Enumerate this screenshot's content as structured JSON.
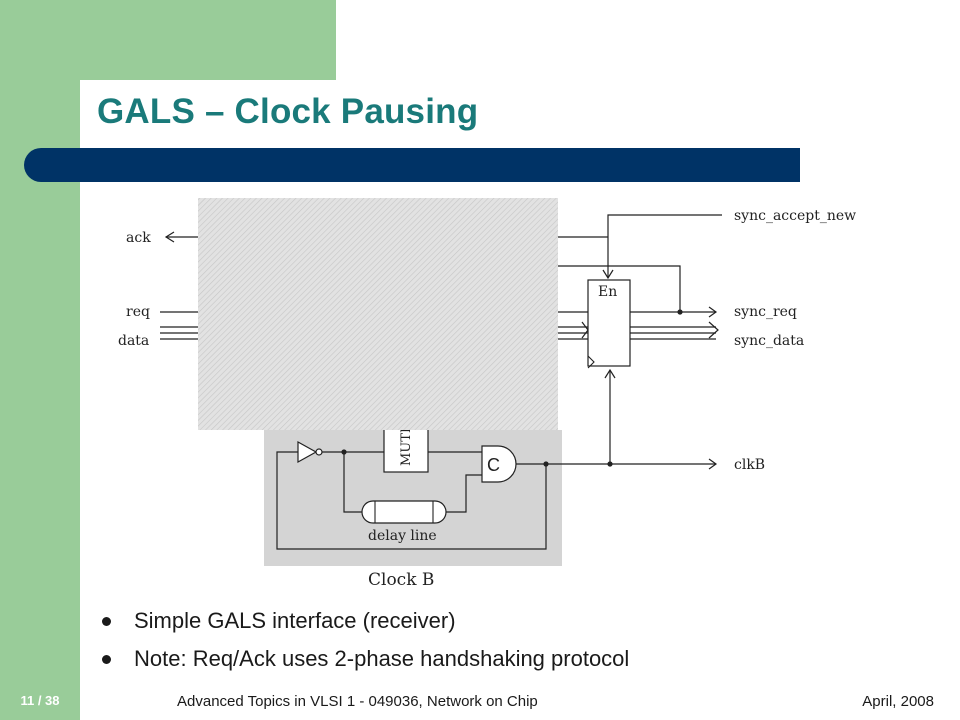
{
  "slide": {
    "title": "GALS – Clock Pausing",
    "page_number": "11 / 38",
    "footer": "Advanced Topics in VLSI 1 - 049036, Network on Chip",
    "date": "April, 2008"
  },
  "bullets": [
    "Simple GALS interface (receiver)",
    "Note: Req/Ack uses 2-phase handshaking protocol"
  ],
  "diagram": {
    "signals": {
      "ack": "ack",
      "req": "req",
      "data": "data",
      "sync_accept_new": "sync_accept_new",
      "sync_req": "sync_req",
      "sync_data": "sync_data",
      "clkB": "clkB"
    },
    "blocks": {
      "register_enable": "En",
      "mutex": "MUTEX",
      "c_element": "C",
      "delay_line": "delay line",
      "clock_group": "Clock B"
    },
    "colors": {
      "occluded_region": "#d9d9d9",
      "clock_box": "#d4d4d4",
      "wire": "#222222"
    }
  }
}
